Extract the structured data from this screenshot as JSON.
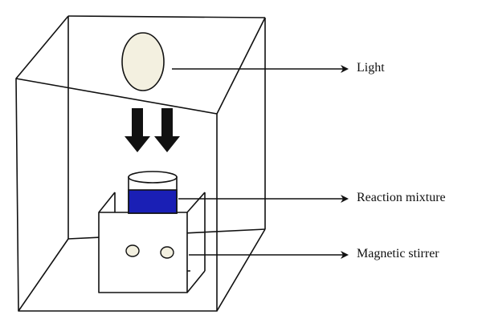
{
  "labels": {
    "light": "Light",
    "reaction_mixture": "Reaction mixture",
    "magnetic_stirrer": "Magnetic stirrer"
  },
  "colors": {
    "line": "#111111",
    "lamp_fill": "#f3f0e0",
    "liquid": "#1a1fb5",
    "arrow_fill": "#111111"
  }
}
